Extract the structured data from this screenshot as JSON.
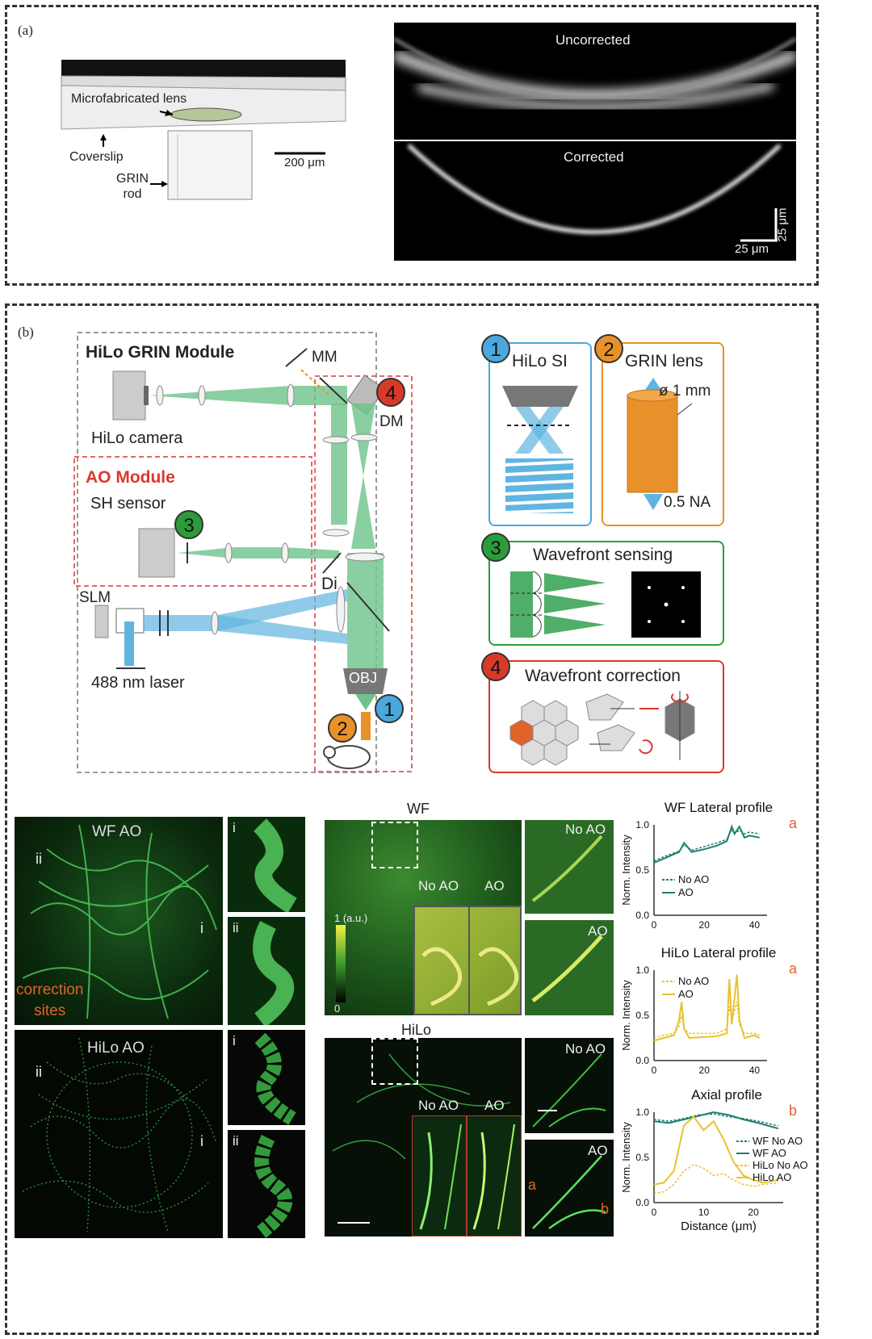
{
  "panel_a": {
    "label": "(a)",
    "schematic": {
      "microlens_label": "Microfabricated lens",
      "coverslip_label": "Coverslip",
      "grin_label": "GRIN\nrod",
      "scale_label": "200 μm"
    },
    "images": {
      "top_label": "Uncorrected",
      "bottom_label": "Corrected",
      "scale_x": "25 μm",
      "scale_y": "25 μm"
    }
  },
  "panel_b": {
    "label": "(b)",
    "setup": {
      "hilo_module": "HiLo GRIN Module",
      "mm": "MM",
      "dm": "DM",
      "hilo_camera": "HiLo camera",
      "ao_module": "AO Module",
      "sh_sensor": "SH sensor",
      "di": "Di",
      "slm": "SLM",
      "laser": "488 nm laser",
      "obj": "OBJ",
      "badges": [
        "1",
        "2",
        "3",
        "4"
      ]
    },
    "boxes": {
      "hilo_si": "HiLo SI",
      "grin_lens": "GRIN lens",
      "diameter": "ø 1 mm",
      "na": "0.5 NA",
      "wavefront_sensing": "Wavefront sensing",
      "wavefront_correction": "Wavefront correction"
    },
    "micro": {
      "wf_ao": "WF AO",
      "hilo_ao": "HiLo AO",
      "correction_sites": "correction\nsites",
      "roman_i": "i",
      "roman_ii": "ii",
      "wf": "WF",
      "hilo": "HiLo",
      "no_ao": "No AO",
      "ao": "AO",
      "colorbar_max": "1 (a.u.)",
      "colorbar_min": "0",
      "mark_a": "a",
      "mark_b": "b"
    },
    "colors": {
      "green": "#2a9d3a",
      "orange": "#e8912a",
      "red": "#d83a2a",
      "blue": "#4aa8dc",
      "teal": "#1f7f70",
      "yellow": "#e8c232"
    }
  },
  "chart_data": [
    {
      "type": "line",
      "title": "WF Lateral profile",
      "ylabel": "Norm. Intensity",
      "xlabel": "",
      "xlim": [
        0,
        45
      ],
      "ylim": [
        0,
        1.0
      ],
      "xticks": [
        "0",
        "20",
        "40"
      ],
      "yticks": [
        "0.0",
        "0.5",
        "1.0"
      ],
      "corner_label": "a",
      "series": [
        {
          "name": "No AO",
          "style": "dashed",
          "color": "#1f7f70",
          "x": [
            0,
            5,
            10,
            12,
            15,
            20,
            25,
            29,
            31,
            32,
            34,
            36,
            38,
            42
          ],
          "y": [
            0.6,
            0.66,
            0.71,
            0.78,
            0.72,
            0.76,
            0.8,
            0.84,
            0.95,
            0.9,
            0.94,
            0.9,
            0.92,
            0.9
          ]
        },
        {
          "name": "AO",
          "style": "solid",
          "color": "#1f7f70",
          "x": [
            0,
            5,
            10,
            12,
            15,
            20,
            25,
            29,
            31,
            32,
            34,
            36,
            38,
            42
          ],
          "y": [
            0.58,
            0.64,
            0.7,
            0.8,
            0.7,
            0.73,
            0.77,
            0.82,
            0.98,
            0.9,
            0.98,
            0.86,
            0.88,
            0.86
          ]
        }
      ]
    },
    {
      "type": "line",
      "title": "HiLo Lateral profile",
      "ylabel": "Norm. Intensity",
      "xlabel": "",
      "xlim": [
        0,
        45
      ],
      "ylim": [
        0,
        1.0
      ],
      "xticks": [
        "0",
        "20",
        "40"
      ],
      "yticks": [
        "0.0",
        "0.5",
        "1.0"
      ],
      "corner_label": "a",
      "series": [
        {
          "name": "No AO",
          "style": "dashed",
          "color": "#e8c232",
          "x": [
            0,
            4,
            8,
            10,
            11,
            12,
            14,
            20,
            25,
            29,
            30,
            31,
            33,
            34,
            36,
            40,
            42
          ],
          "y": [
            0.25,
            0.28,
            0.3,
            0.38,
            0.5,
            0.35,
            0.3,
            0.3,
            0.3,
            0.35,
            0.6,
            0.45,
            0.65,
            0.4,
            0.3,
            0.3,
            0.28
          ]
        },
        {
          "name": "AO",
          "style": "solid",
          "color": "#e8c232",
          "x": [
            0,
            4,
            8,
            10,
            11,
            12,
            14,
            20,
            25,
            29,
            30,
            31,
            33,
            34,
            36,
            40,
            42
          ],
          "y": [
            0.22,
            0.25,
            0.28,
            0.45,
            0.65,
            0.35,
            0.25,
            0.26,
            0.27,
            0.3,
            0.9,
            0.4,
            0.95,
            0.45,
            0.25,
            0.28,
            0.25
          ]
        }
      ]
    },
    {
      "type": "line",
      "title": "Axial profile",
      "ylabel": "Norm. Intensity",
      "xlabel": "Distance (μm)",
      "xlim": [
        0,
        26
      ],
      "ylim": [
        0,
        1.0
      ],
      "xticks": [
        "0",
        "10",
        "20"
      ],
      "yticks": [
        "0.0",
        "0.5",
        "1.0"
      ],
      "corner_label": "b",
      "series": [
        {
          "name": "WF No AO",
          "style": "dashed",
          "color": "#1f7f70",
          "x": [
            0,
            3,
            6,
            9,
            12,
            15,
            18,
            21,
            25
          ],
          "y": [
            0.92,
            0.9,
            0.93,
            0.97,
            0.98,
            0.95,
            0.93,
            0.9,
            0.85
          ]
        },
        {
          "name": "WF AO",
          "style": "solid",
          "color": "#1f7f70",
          "x": [
            0,
            3,
            6,
            9,
            12,
            15,
            18,
            21,
            25
          ],
          "y": [
            0.9,
            0.88,
            0.92,
            0.96,
            1.0,
            0.97,
            0.92,
            0.88,
            0.82
          ]
        },
        {
          "name": "HiLo No AO",
          "style": "dashed",
          "color": "#e8c232",
          "x": [
            0,
            2,
            4,
            6,
            8,
            10,
            12,
            14,
            16,
            18,
            20,
            22,
            25
          ],
          "y": [
            0.1,
            0.12,
            0.2,
            0.35,
            0.42,
            0.38,
            0.3,
            0.32,
            0.25,
            0.2,
            0.18,
            0.2,
            0.22
          ]
        },
        {
          "name": "HiLo AO",
          "style": "solid",
          "color": "#e8c232",
          "x": [
            0,
            2,
            4,
            5,
            6,
            8,
            10,
            12,
            14,
            16,
            18,
            20,
            22,
            25
          ],
          "y": [
            0.2,
            0.22,
            0.35,
            0.6,
            0.85,
            0.95,
            0.8,
            0.9,
            0.7,
            0.45,
            0.3,
            0.25,
            0.22,
            0.25
          ]
        }
      ]
    }
  ]
}
